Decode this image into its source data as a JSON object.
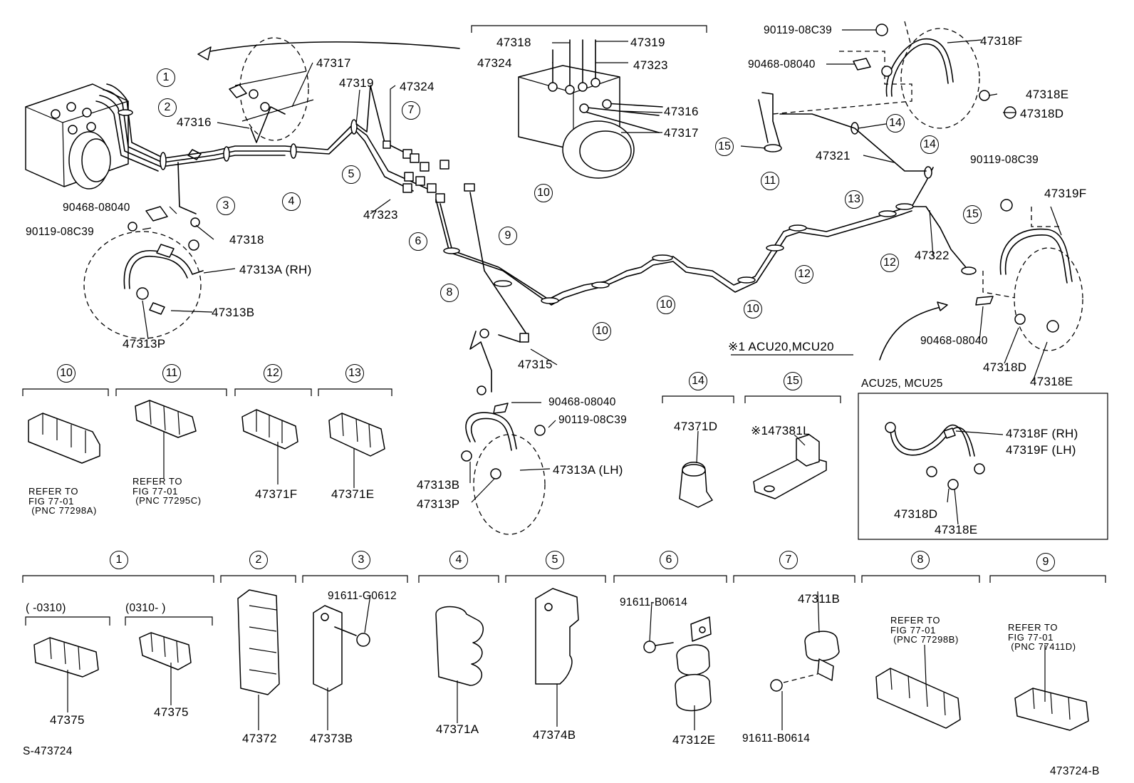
{
  "diagram": {
    "part_numbers": {
      "p47318_top": "47318",
      "p47319_top": "47319",
      "p47324_top": "47324",
      "p47323_top": "47323",
      "p47316_top": "47316",
      "p47317_top": "47317",
      "p47317_left": "47317",
      "p47316_left": "47316",
      "p47319_mid": "47319",
      "p47324_mid": "47324",
      "p47323_mid": "47323",
      "p47318_left": "47318",
      "p90468_left": "90468-08040",
      "p90119_left": "90119-08C39",
      "p47313A_rh": "47313A (RH)",
      "p47313B_left": "47313B",
      "p47313P_left": "47313P",
      "p90119_tr": "90119-08C39",
      "p90468_tr": "90468-08040",
      "p47318F_tr": "47318F",
      "p47318E_tr": "47318E",
      "p47318D_tr": "47318D",
      "p47321": "47321",
      "p90119_r": "90119-08C39",
      "p47319F_r": "47319F",
      "p47322": "47322",
      "p90468_r": "90468-08040",
      "p47318D_r": "47318D",
      "p47318E_r": "47318E",
      "p47315": "47315",
      "p90468_mid": "90468-08040",
      "p90119_mid": "90119-08C39",
      "p47313A_lh": "47313A (LH)",
      "p47313B_mid": "47313B",
      "p47313P_mid": "47313P",
      "note_acu20": "※1 ACU20,MCU20",
      "p47371D": "47371D",
      "p47381L": "※147381L",
      "box_title": "ACU25, MCU25",
      "p47318F_rh": "47318F (RH)",
      "p47319F_lh": "47319F (LH)",
      "p47318D_box": "47318D",
      "p47318E_box": "47318E",
      "refer_10": "REFER TO\nFIG 77-01\n (PNC 77298A)",
      "refer_11": "REFER TO\nFIG 77-01\n (PNC 77295C)",
      "p47371F": "47371F",
      "p47371E": "47371E",
      "range_old": "(     -0310)",
      "range_new": "(0310-     )",
      "p47375_a": "47375",
      "p47375_b": "47375",
      "p47372": "47372",
      "p91611_g": "91611-G0612",
      "p47373B": "47373B",
      "p47371A": "47371A",
      "p47374B": "47374B",
      "p91611_b_6": "91611-B0614",
      "p47312E": "47312E",
      "p47311B": "47311B",
      "p91611_b_7": "91611-B0614",
      "refer_8": "REFER TO\nFIG 77-01\n (PNC 77298B)",
      "refer_9": "REFER TO\nFIG 77-01\n (PNC 77411D)",
      "code_left": "S-473724",
      "code_right": "473724-B"
    },
    "callouts": [
      "1",
      "2",
      "3",
      "4",
      "5",
      "6",
      "7",
      "8",
      "9",
      "10",
      "11",
      "12",
      "13",
      "14",
      "15"
    ]
  }
}
